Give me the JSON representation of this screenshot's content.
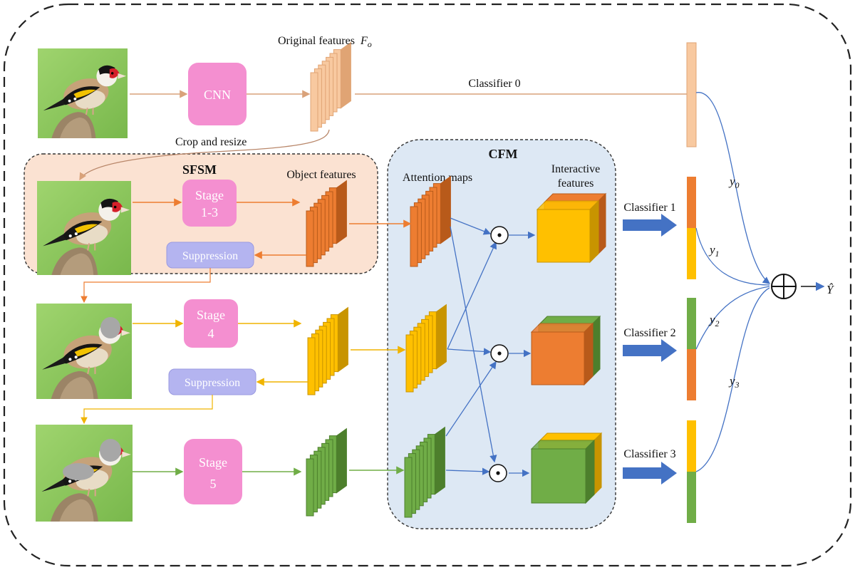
{
  "labels": {
    "original_features": "Original features",
    "original_features_symbol": "F",
    "original_features_sub": "o",
    "cnn": "CNN",
    "classifier0": "Classifier 0",
    "crop_resize": "Crop and resize",
    "sfsm": "SFSM",
    "object_features": "Object features",
    "cfm": "CFM",
    "attention_maps": "Attention maps",
    "interactive_features_1": "Interactive",
    "interactive_features_2": "features",
    "stage_13_line1": "Stage",
    "stage_13_line2": "1-3",
    "stage_4_line1": "Stage",
    "stage_4_line2": "4",
    "stage_5_line1": "Stage",
    "stage_5_line2": "5",
    "suppression_1": "Suppression",
    "suppression_2": "Suppression",
    "classifier1": "Classifier 1",
    "classifier2": "Classifier 2",
    "classifier3": "Classifier 3",
    "y0": "y",
    "y0_sub": "0",
    "y1": "y",
    "y1_sub": "1",
    "y2": "y",
    "y2_sub": "2",
    "y3": "y",
    "y3_sub": "3",
    "odot": "⊙",
    "oplus": "⊕",
    "arrow": "⟶",
    "y_hat": "Ŷ"
  },
  "colors": {
    "peach": "#f8c9a0",
    "peach_dark": "#e0a474",
    "orange": "#ed7d31",
    "orange_dark": "#b85a1a",
    "yellow": "#ffc000",
    "yellow_dark": "#c89400",
    "green": "#70ad47",
    "green_dark": "#4d7f2c",
    "pink": "#f48fd0",
    "lavender": "#b4b4f0",
    "sfsm_bg": "#fbe2d2",
    "cfm_bg": "#dde8f4",
    "blue_line": "#4472c4",
    "blue_arrow": "#4472c4",
    "grass": "#8cc95f"
  },
  "icons": {
    "odot": "circle-dot-icon",
    "oplus": "circle-plus-icon",
    "bird": "goldfinch-image"
  }
}
